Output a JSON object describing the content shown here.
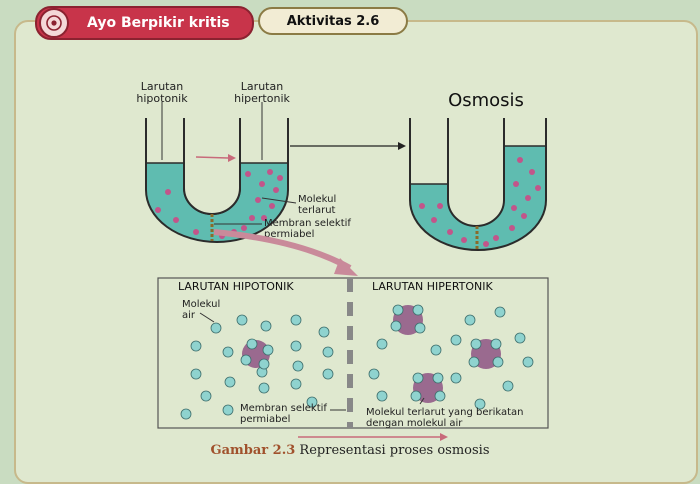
{
  "header": {
    "badge_label": "Ayo Berpikir kritis",
    "activity_label": "Aktivitas 2.6",
    "badge_color": "#c8344a",
    "badge_icon": "head-gear-icon"
  },
  "top_diagram": {
    "label_hypotonic": [
      "Larutan",
      "hipotonik"
    ],
    "label_hypertonic": [
      "Larutan",
      "hipertonik"
    ],
    "label_solute": [
      "Molekul",
      "terlarut"
    ],
    "label_membrane": [
      "Membran selektif",
      "permiabel"
    ],
    "title_osmosis": "Osmosis",
    "liquid_color": "#5fbcb0"
  },
  "zoom_panel": {
    "heading_left": "LARUTAN HIPOTONIK",
    "heading_right": "LARUTAN HIPERTONIK",
    "label_water": [
      "Molekul",
      "air"
    ],
    "label_membrane": [
      "Membran selektif",
      "permiabel"
    ],
    "label_bound": [
      "Molekul terlarut yang berikatan",
      "dengan molekul air"
    ],
    "water_color": "#8fd3cf",
    "solute_color": "#9a6a8f"
  },
  "caption": {
    "figure_label": "Gambar 2.3",
    "text": "Representasi proses osmosis"
  }
}
